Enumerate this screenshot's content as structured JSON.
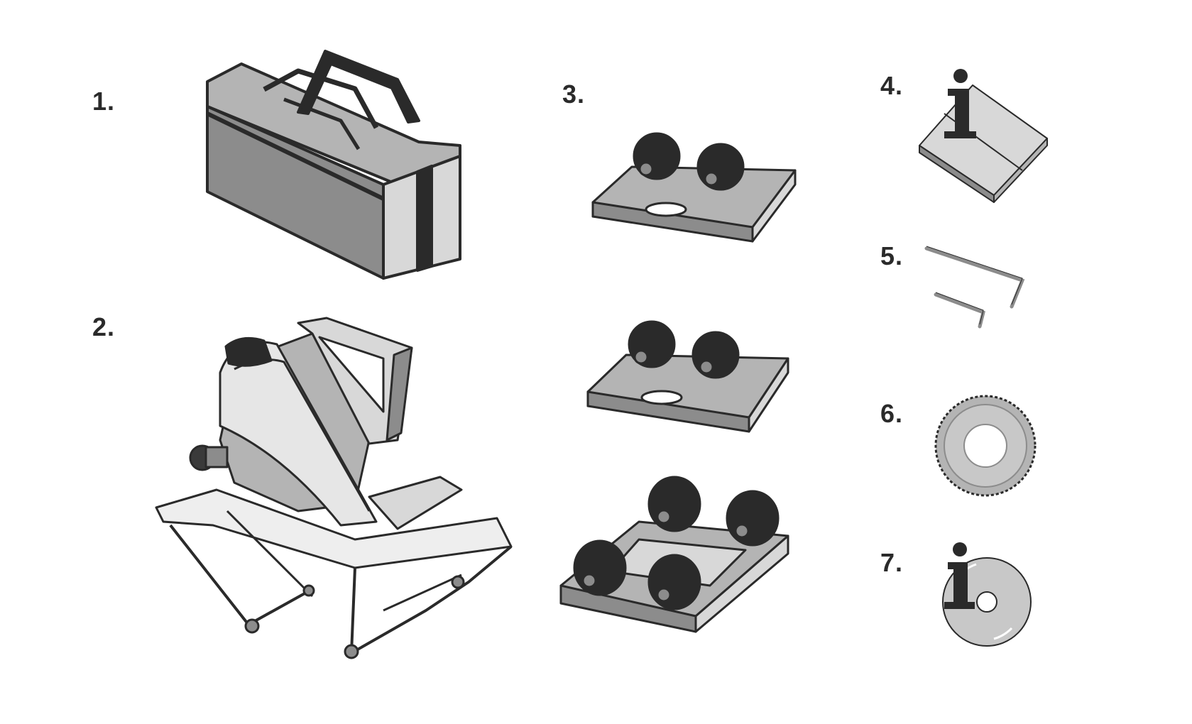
{
  "items": [
    {
      "number": "1.",
      "icon": "carrying-bag"
    },
    {
      "number": "2.",
      "icon": "wall-saw-machine"
    },
    {
      "number": "3.",
      "icon": "roller-carriages"
    },
    {
      "number": "4.",
      "icon": "manual-book"
    },
    {
      "number": "5.",
      "icon": "hex-keys"
    },
    {
      "number": "6.",
      "icon": "diamond-blade"
    },
    {
      "number": "7.",
      "icon": "info-cd"
    }
  ],
  "colors": {
    "line": "#2a2a2a",
    "fill_dark": "#8c8c8c",
    "fill_mid": "#b4b4b4",
    "fill_light": "#d8d8d8",
    "wheel": "#3a3a3a"
  }
}
